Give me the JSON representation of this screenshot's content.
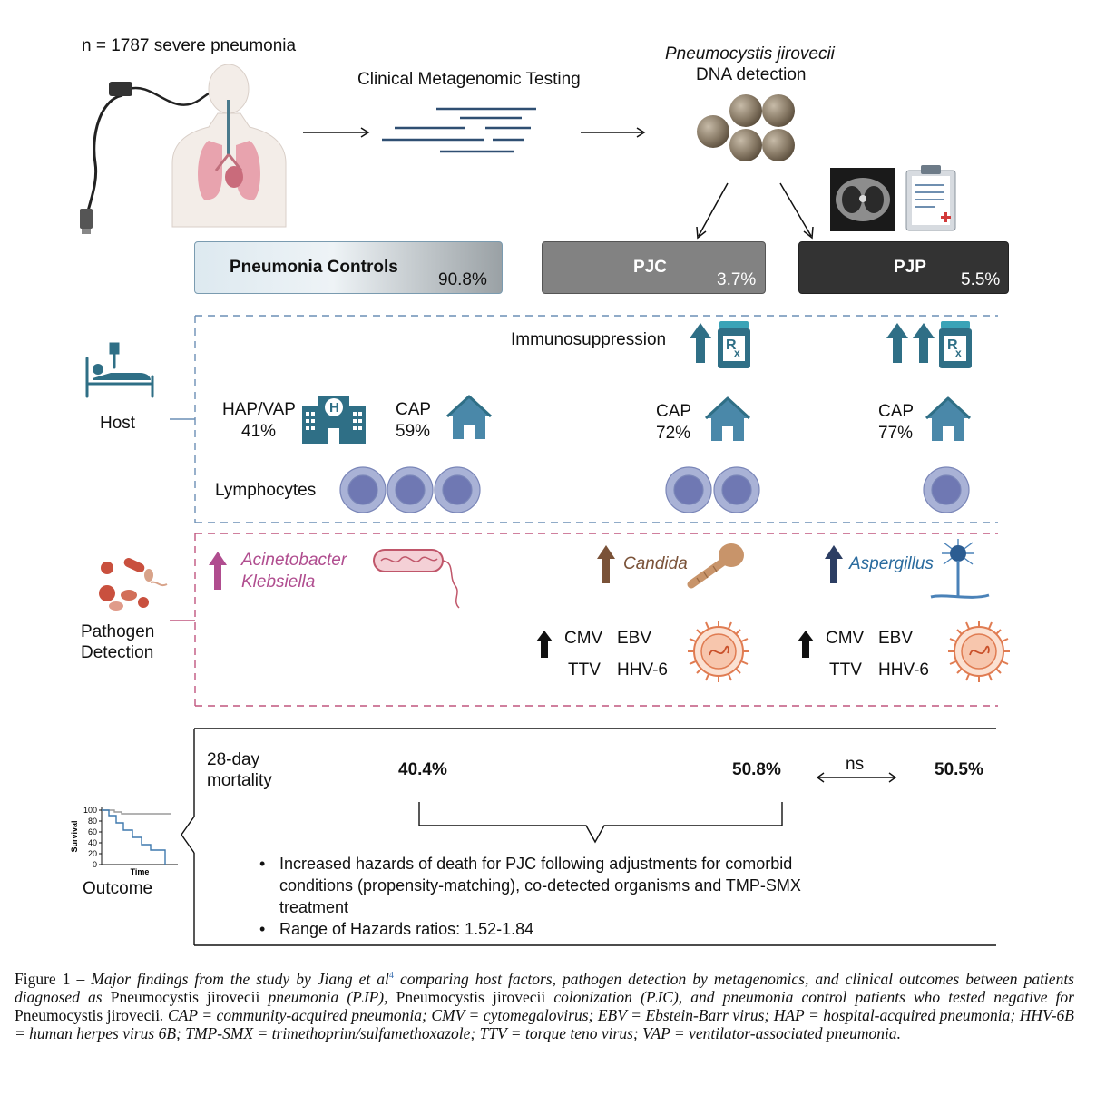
{
  "cohort": "n = 1787 severe pneumonia",
  "step1": "Clinical Metagenomic Testing",
  "detection": {
    "line1": "Pneumocystis jirovecii",
    "line2": "DNA detection"
  },
  "groups": {
    "controls": {
      "label": "Pneumonia Controls",
      "pct": "90.8%"
    },
    "pjc": {
      "label": "PJC",
      "pct": "3.7%"
    },
    "pjp": {
      "label": "PJP",
      "pct": "5.5%"
    }
  },
  "host": {
    "label": "Host",
    "immunosuppression": "Immunosuppression",
    "rx": "R",
    "rx_sub": "x",
    "hospital_letter": "H",
    "hap": {
      "label": "HAP/VAP",
      "pct": "41%"
    },
    "cap_controls": {
      "label": "CAP",
      "pct": "59%"
    },
    "cap_pjc": {
      "label": "CAP",
      "pct": "72%"
    },
    "cap_pjp": {
      "label": "CAP",
      "pct": "77%"
    },
    "lymphocytes": "Lymphocytes"
  },
  "pathogen": {
    "label_line1": "Pathogen",
    "label_line2": "Detection",
    "bacteria_1": "Acinetobacter",
    "bacteria_2": "Klebsiella",
    "candida": "Candida",
    "aspergillus": "Aspergillus",
    "viruses": {
      "cmv": "CMV",
      "ebv": "EBV",
      "ttv": "TTV",
      "hhv6": "HHV-6"
    }
  },
  "outcome": {
    "label": "Outcome",
    "mortality_line1": "28-day",
    "mortality_line2": "mortality",
    "controls_pct": "40.4%",
    "pjc_pct": "50.8%",
    "ns": "ns",
    "pjp_pct": "50.5%",
    "km_ylabel": "Survival",
    "km_xlabel": "Time",
    "km_ticks": [
      "100",
      "80",
      "60",
      "40",
      "20",
      "0"
    ],
    "bullet1": "Increased hazards of death for PJC following adjustments for comorbid conditions (propensity-matching), co-detected organisms and TMP-SMX treatment",
    "bullet2": "Range of Hazards ratios: 1.52-1.84"
  },
  "colors": {
    "teal": "#2f6f86",
    "magenta": "#b04d8f",
    "brown": "#7a5238",
    "navy": "#2c3e63",
    "blue_dash": "#6b8fb5",
    "pink_dash": "#c0567f",
    "lymph_fill": "#a9b2d6",
    "lymph_core": "#6f78b3"
  },
  "caption": {
    "prefix": "Figure 1 – ",
    "text_a": "Major findings from the study by Jiang et al",
    "ref": "4",
    "text_b": " comparing host factors, pathogen detection by metagenomics, and clinical outcomes between patients diagnosed as ",
    "pj1": "Pneumocystis jirovecii",
    "text_c": " pneumonia (PJP), ",
    "pj2": "Pneumocystis jirovecii",
    "text_d": " colonization (PJC), and pneumonia control patients who tested negative for ",
    "pj3": "Pneumocystis jirovecii",
    "text_e": ". CAP = community-acquired pneumonia; CMV = cytomegalovirus; EBV = Ebstein-Barr virus; HAP = hospital-acquired pneumonia; HHV-6B = human herpes virus 6B; TMP-SMX = trimethoprim/sulfamethoxazole; TTV = torque teno virus; VAP = ventilator-associated pneumonia."
  }
}
